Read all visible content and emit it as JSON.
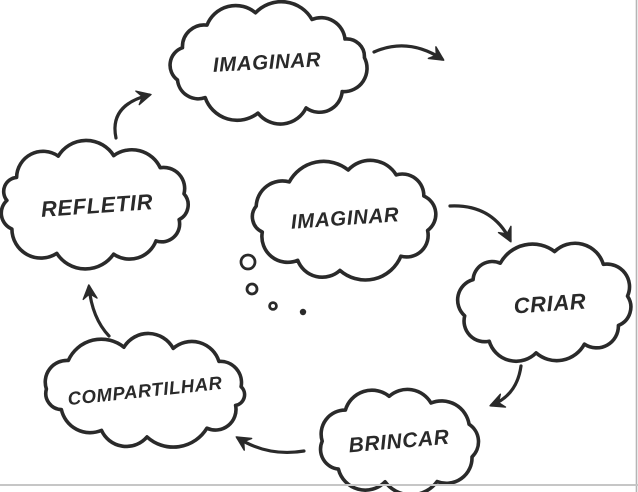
{
  "diagram": {
    "type": "cycle-diagram",
    "description": "Creative learning spiral with thought clouds connected by hand-drawn arrows",
    "stroke_color": "#2a2a2a",
    "background_color": "#ffffff",
    "border_right_color": "#b5b5b5",
    "border_bottom_color": "#c6c6c6",
    "nodes": [
      {
        "id": "imaginar-top",
        "label": "IMAGINAR"
      },
      {
        "id": "criar",
        "label": "CRIAR"
      },
      {
        "id": "brincar",
        "label": "BRINCAR"
      },
      {
        "id": "compartilhar",
        "label": "COMPARTILHAR"
      },
      {
        "id": "refletir",
        "label": "REFLETIR"
      },
      {
        "id": "imaginar-center",
        "label": "IMAGINAR"
      }
    ],
    "edges": [
      {
        "from": "refletir",
        "to": "imaginar-top"
      },
      {
        "from": "imaginar-top",
        "to": "off-canvas-right"
      },
      {
        "from": "imaginar-center",
        "to": "criar"
      },
      {
        "from": "criar",
        "to": "brincar"
      },
      {
        "from": "brincar",
        "to": "compartilhar"
      },
      {
        "from": "compartilhar",
        "to": "refletir"
      }
    ]
  }
}
